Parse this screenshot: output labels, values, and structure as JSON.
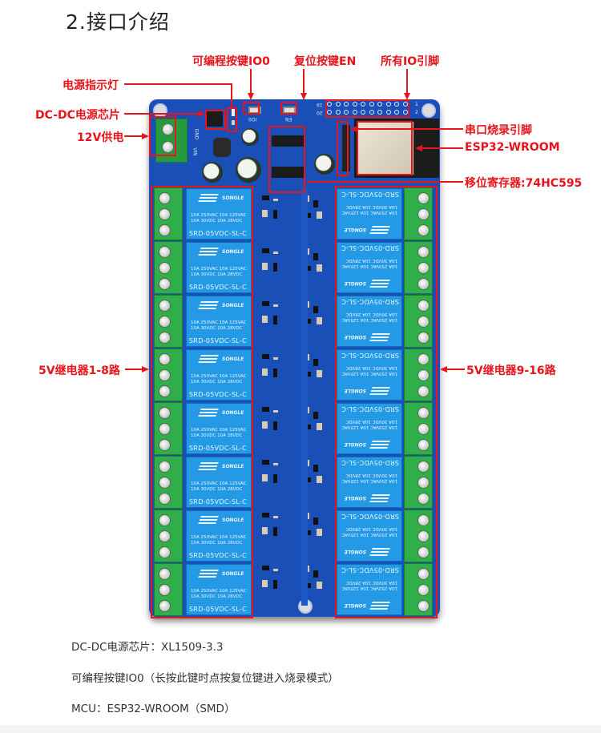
{
  "page": {
    "title": "2.接口介绍"
  },
  "callouts": {
    "power_led": "电源指示灯",
    "dcdc_chip": "DC-DC电源芯片",
    "power_input": "12V供电",
    "prog_button": "可编程按键IO0",
    "reset_button": "复位按键EN",
    "io_pins": "所有IO引脚",
    "serial_pins": "串口烧录引脚",
    "esp_module": "ESP32-WROOM",
    "shift_register": "移位寄存器:74HC595",
    "relays_left": "5V继电器1-8路",
    "relays_right": "5V继电器9-16路"
  },
  "board": {
    "relay_brand": "SONGLE",
    "relay_rating_1": "10A 250VAC  10A 125VAC",
    "relay_rating_2": "10A  30VDC  10A  28VDC",
    "relay_model": "SRD-05VDC-SL-C",
    "button_io0_silk": "IO0",
    "button_en_silk": "EN",
    "header_pin_1": "1",
    "header_pin_2": "2",
    "header_pin_19": "19",
    "header_pin_20": "20",
    "terminal_gnd_silk": "GND",
    "terminal_vin_silk": "VIN"
  },
  "specs": [
    "DC-DC电源芯片：XL1509-3.3",
    "可编程按键IO0（长按此键时点按复位键进入烧录模式）",
    "MCU：ESP32-WROOM（SMD）"
  ],
  "colors": {
    "accent_red": "#e8141c",
    "pcb_blue": "#1a4fb8",
    "relay_blue": "#2499e6",
    "terminal_green": "#2fae4a"
  }
}
